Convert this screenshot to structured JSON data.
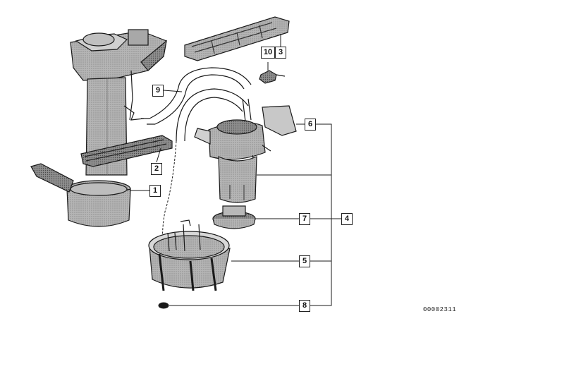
{
  "diagram": {
    "reference_code": "00002311",
    "callouts": [
      {
        "id": "1",
        "label": "1"
      },
      {
        "id": "2",
        "label": "2"
      },
      {
        "id": "3",
        "label": "3"
      },
      {
        "id": "4",
        "label": "4"
      },
      {
        "id": "5",
        "label": "5"
      },
      {
        "id": "6",
        "label": "6"
      },
      {
        "id": "7",
        "label": "7"
      },
      {
        "id": "8",
        "label": "8"
      },
      {
        "id": "9",
        "label": "9"
      },
      {
        "id": "10",
        "label": "10"
      }
    ]
  },
  "colors": {
    "line": "#1a1a1a",
    "shade": "#9a9a9a",
    "shade_dark": "#6e6e6e",
    "shade_light": "#c8c8c8"
  }
}
